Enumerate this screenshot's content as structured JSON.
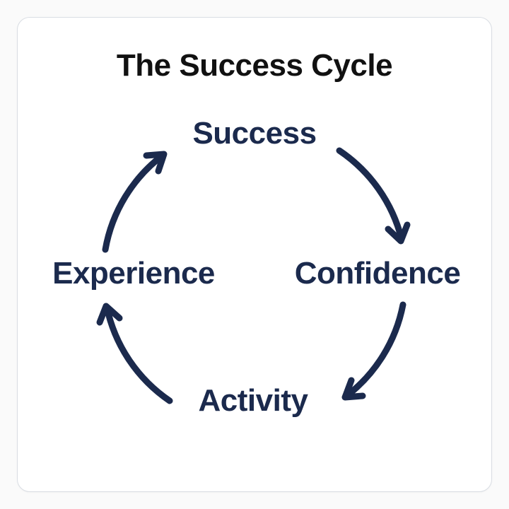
{
  "title": "The Success Cycle",
  "colors": {
    "navy": "#1b2a4d",
    "title": "#111111",
    "page_bg": "#fafafa",
    "card_bg": "#ffffff",
    "card_border": "#d9dde3"
  },
  "diagram": {
    "type": "cycle",
    "direction": "clockwise",
    "nodes": [
      {
        "id": "success",
        "label": "Success",
        "position": "top"
      },
      {
        "id": "confidence",
        "label": "Confidence",
        "position": "right"
      },
      {
        "id": "activity",
        "label": "Activity",
        "position": "bottom"
      },
      {
        "id": "experience",
        "label": "Experience",
        "position": "left"
      }
    ],
    "edges": [
      {
        "from": "success",
        "to": "confidence"
      },
      {
        "from": "confidence",
        "to": "activity"
      },
      {
        "from": "activity",
        "to": "experience"
      },
      {
        "from": "experience",
        "to": "success"
      }
    ]
  }
}
